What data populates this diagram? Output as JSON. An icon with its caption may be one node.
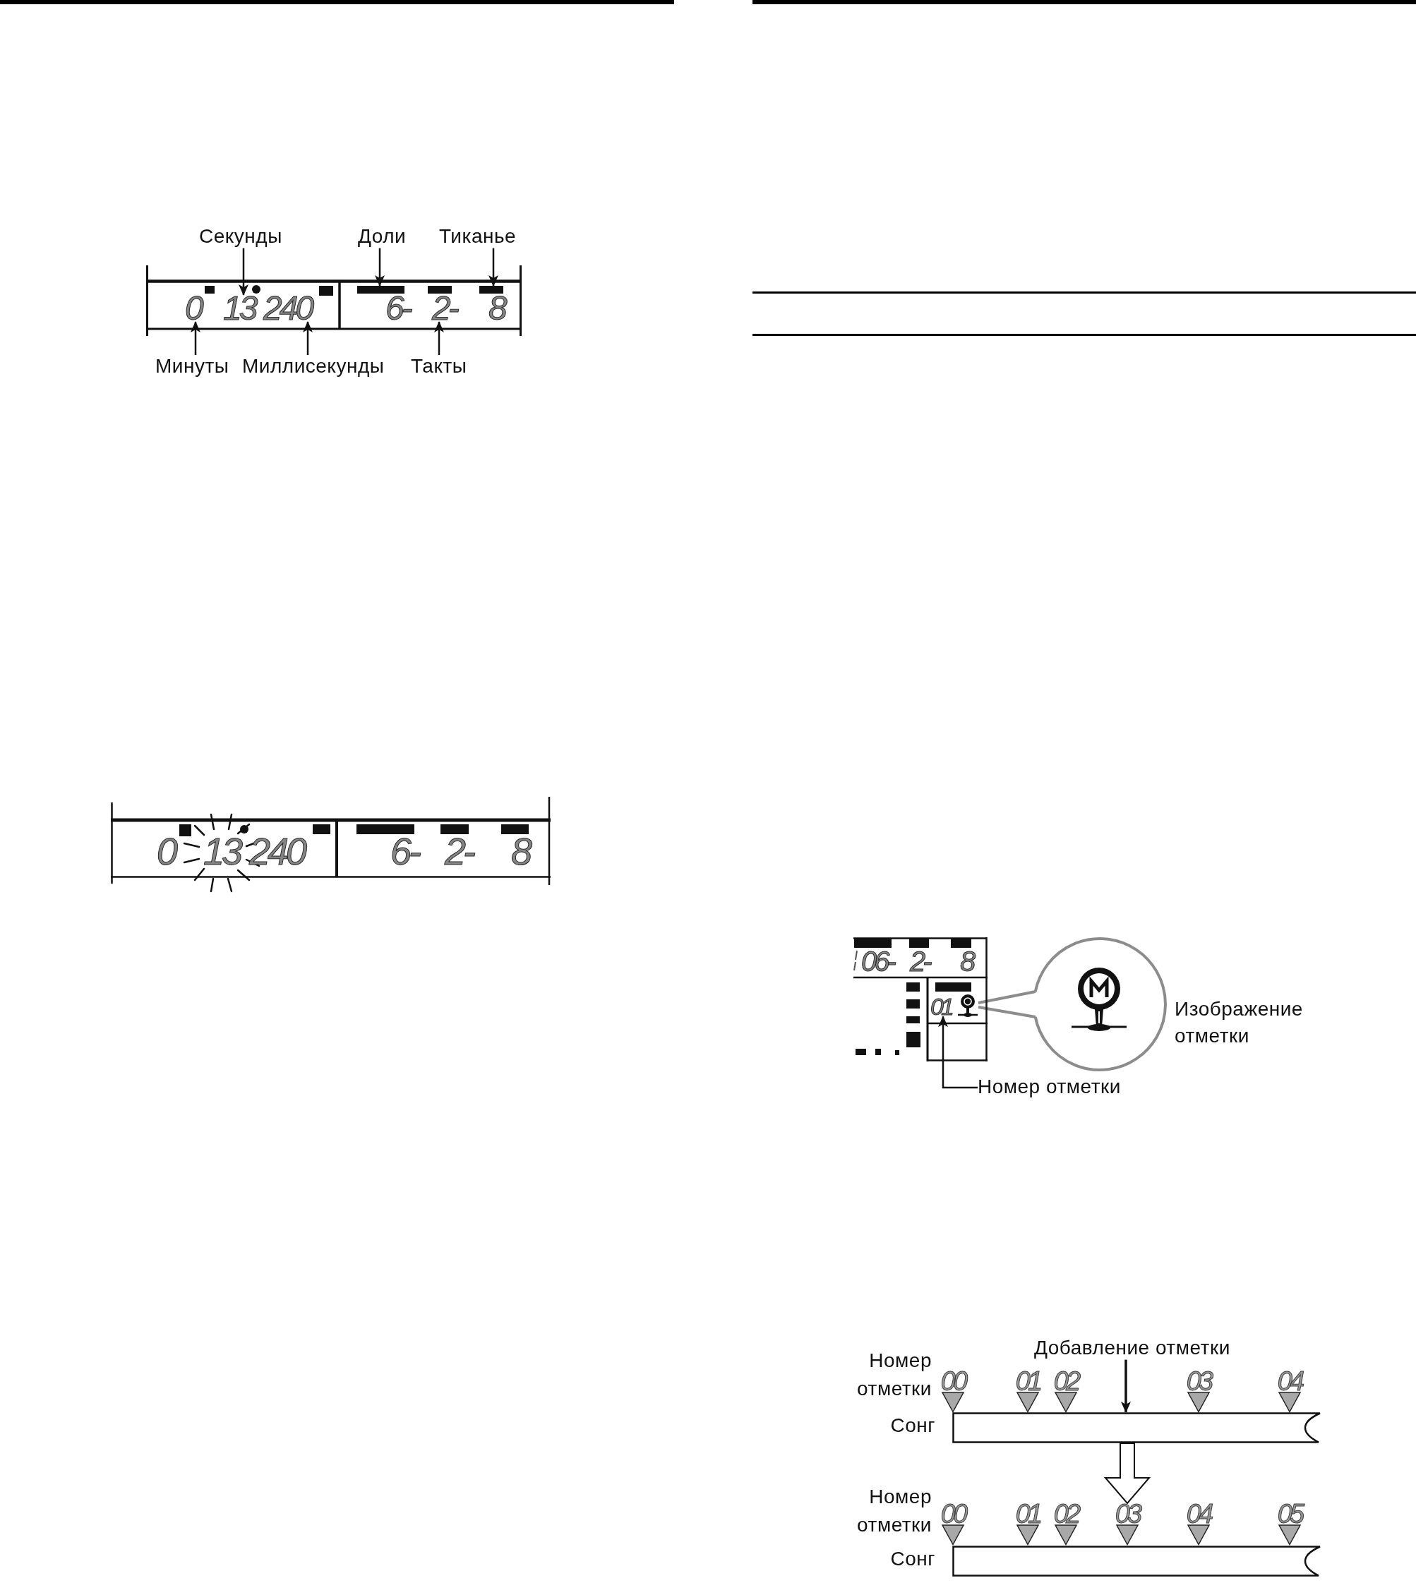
{
  "diagram": {
    "nodes": [
      {
        "text": [
          "Секунды"
        ]
      },
      {
        "text": [
          "Доли"
        ]
      },
      {
        "text": [
          "Тиканье"
        ]
      },
      {
        "text": [],
        "shape": "box"
      },
      {
        "text": [
          "0"
        ],
        "in": 3
      },
      {
        "text": [
          "13"
        ],
        "in": 3
      },
      {
        "text": [
          "240"
        ],
        "in": 3
      },
      {
        "text": [],
        "shape": "bar",
        "in": 3
      },
      {
        "text": [
          "6-"
        ],
        "in": 3
      },
      {
        "text": [
          "2-"
        ],
        "in": 3
      },
      {
        "text": [],
        "shape": "bar",
        "in": 3
      },
      {
        "text": [
          "8"
        ],
        "in": 3
      },
      {
        "text": [
          "Минуты"
        ]
      },
      {
        "text": [
          "Миллисекунды"
        ]
      },
      {
        "text": [
          "Такты"
        ]
      },
      {
        "text": [],
        "shape": "box"
      },
      {
        "text": [
          "0"
        ],
        "in": 15
      },
      {
        "text": [
          "13"
        ],
        "in": 15
      },
      {
        "text": [
          "240"
        ],
        "in": 15
      },
      {
        "text": [
          "6-"
        ],
        "in": 15
      },
      {
        "text": [
          "2-"
        ],
        "in": 15
      },
      {
        "text": [
          "8"
        ],
        "in": 15
      },
      {
        "text": [],
        "shape": "box"
      },
      {
        "text": [
          "06-"
        ],
        "in": 22
      },
      {
        "text": [
          "2-"
        ],
        "in": 22
      },
      {
        "text": [
          "8"
        ],
        "in": 22
      },
      {
        "text": [
          "01"
        ],
        "in": 22
      },
      {
        "text": [],
        "shape": "picture",
        "in": 22
      },
      {
        "text": [],
        "shape": "circle",
        "beside": [
          "Изображение отметки"
        ]
      },
      {
        "text": [
          "Номер отметки"
        ]
      },
      {
        "text": [
          "Добавление отметки"
        ]
      },
      {
        "text": [
          "00"
        ]
      },
      {
        "text": [
          "01"
        ]
      },
      {
        "text": [
          "02"
        ]
      },
      {
        "text": [
          "03"
        ]
      },
      {
        "text": [
          "04"
        ]
      },
      {
        "text": [],
        "shape": "bar",
        "beside": [
          "Сонг"
        ]
      },
      {
        "text": [
          "00"
        ]
      },
      {
        "text": [
          "01"
        ]
      },
      {
        "text": [
          "02"
        ]
      },
      {
        "text": [
          "03"
        ]
      },
      {
        "text": [
          "04"
        ]
      },
      {
        "text": [
          "05"
        ]
      },
      {
        "text": [],
        "shape": "bar",
        "beside": [
          "Сонг"
        ]
      }
    ],
    "edges": [
      {
        "from": 0,
        "to": 5,
        "arrow": "to"
      },
      {
        "from": 1,
        "to": 7,
        "arrow": "to"
      },
      {
        "from": 2,
        "to": 10,
        "arrow": "to"
      },
      {
        "from": 12,
        "to": 4,
        "arrow": "to"
      },
      {
        "from": 13,
        "to": 6,
        "arrow": "to"
      },
      {
        "from": 14,
        "to": 9,
        "arrow": "to"
      },
      {
        "from": 27,
        "to": 28,
        "arrow": "none",
        "color": "#8c8c8c"
      },
      {
        "from": 29,
        "to": 26,
        "arrow": "to"
      },
      {
        "from": 30,
        "to": 36,
        "arrow": "to"
      },
      {
        "from": 36,
        "to": 40,
        "arrow": "to",
        "style": "thick"
      }
    ],
    "labels": [
      "Номер отметки",
      "Номер отметки"
    ]
  }
}
